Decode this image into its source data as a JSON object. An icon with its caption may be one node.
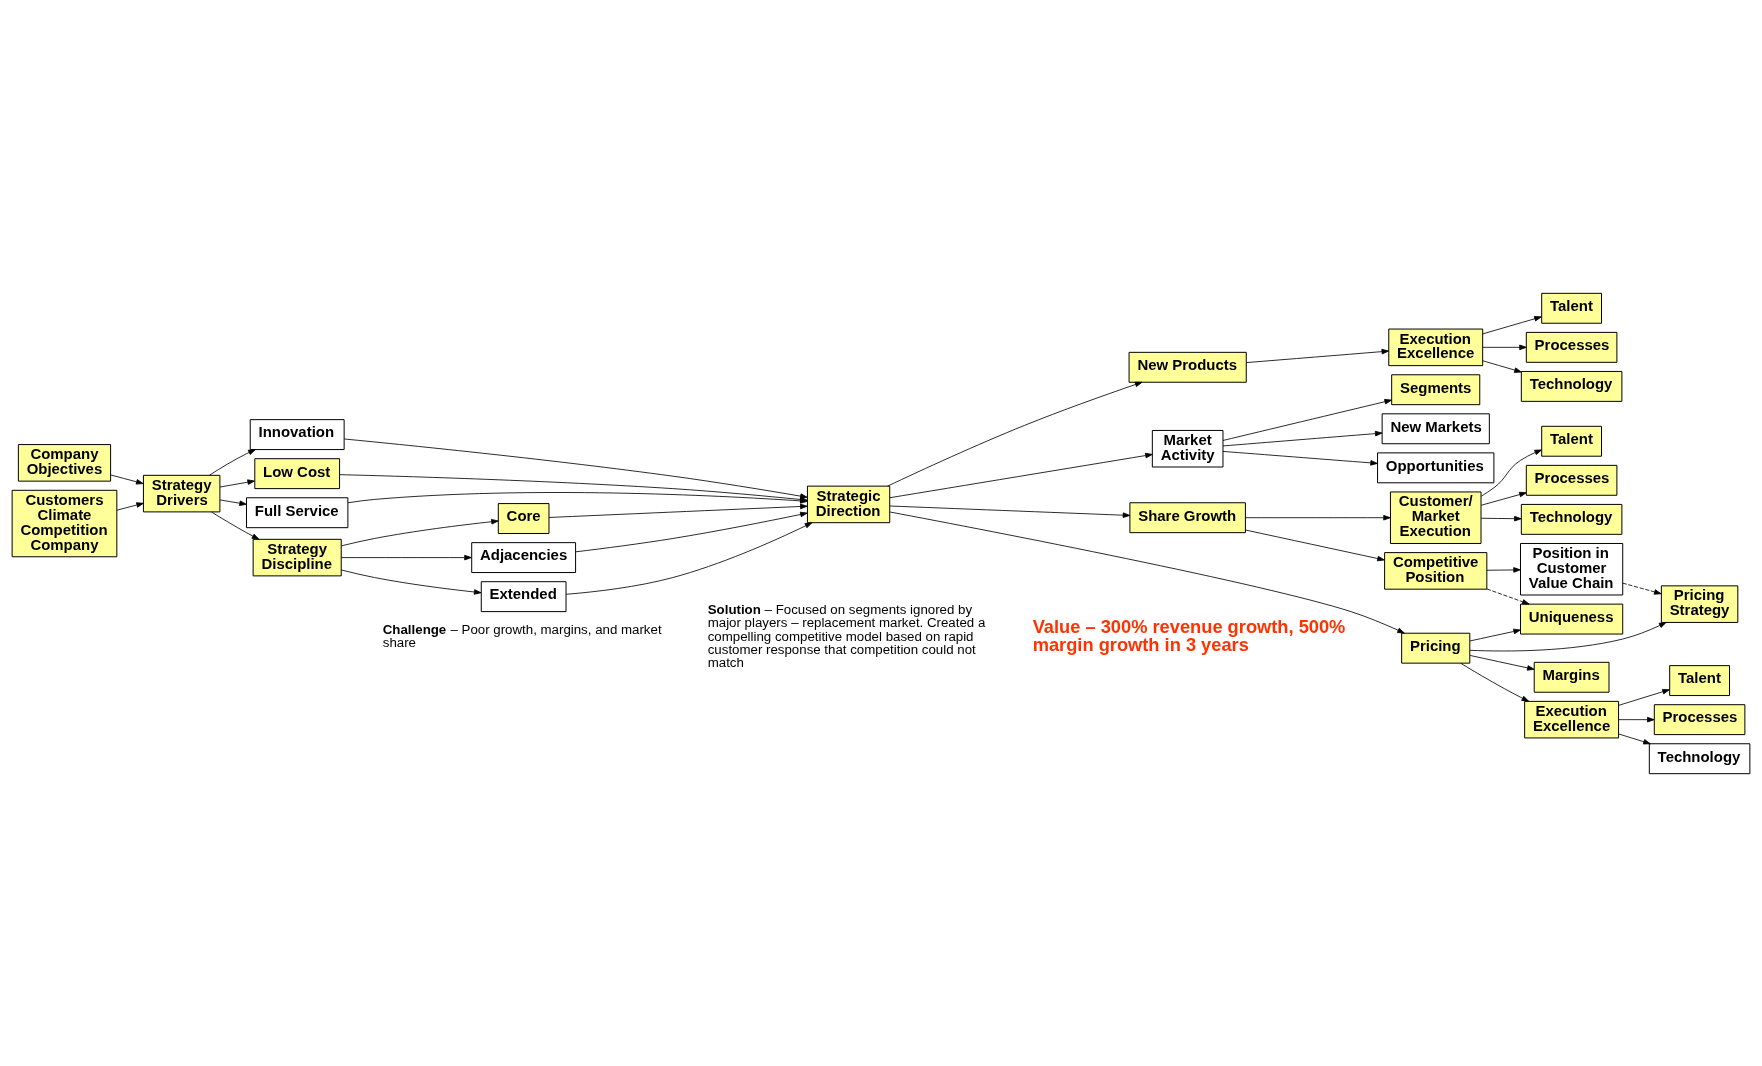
{
  "diagram": {
    "nodes": [
      {
        "text": [
          "Company Objectives"
        ]
      },
      {
        "text": [
          "Customers Climate Competition Company"
        ]
      },
      {
        "text": [
          "Strategy Drivers"
        ]
      },
      {
        "text": [
          "Innovation"
        ]
      },
      {
        "text": [
          "Low Cost"
        ]
      },
      {
        "text": [
          "Full Service"
        ]
      },
      {
        "text": [
          "Strategic Direction"
        ]
      },
      {
        "text": [
          "Strategy Discipline"
        ]
      },
      {
        "text": [
          "Core"
        ]
      },
      {
        "text": [
          "Adjacencies"
        ]
      },
      {
        "text": [
          "Extended"
        ]
      },
      {
        "text": [
          "New Products"
        ]
      },
      {
        "text": [
          "Execution Excellence"
        ]
      },
      {
        "text": [
          "Talent"
        ]
      },
      {
        "text": [
          "Processes"
        ]
      },
      {
        "text": [
          "Technology"
        ]
      },
      {
        "text": [
          "Market Activity"
        ]
      },
      {
        "text": [
          "Segments"
        ]
      },
      {
        "text": [
          "New Markets"
        ]
      },
      {
        "text": [
          "Opportunities"
        ]
      },
      {
        "text": [
          "Share Growth"
        ]
      },
      {
        "text": [
          "Customer/ Market Execution"
        ]
      },
      {
        "text": [
          "Talent"
        ]
      },
      {
        "text": [
          "Processes"
        ]
      },
      {
        "text": [
          "Technology"
        ]
      },
      {
        "text": [
          "Competitive Position"
        ]
      },
      {
        "text": [
          "Position in Customer Value Chain"
        ]
      },
      {
        "text": [
          "Uniqueness"
        ]
      },
      {
        "text": [
          "Pricing"
        ]
      },
      {
        "text": [
          "Pricing Strategy"
        ]
      },
      {
        "text": [
          "Margins"
        ]
      },
      {
        "text": [
          "Execution Excellence"
        ]
      },
      {
        "text": [
          "Talent"
        ]
      },
      {
        "text": [
          "Processes"
        ]
      },
      {
        "text": [
          "Technology"
        ]
      }
    ],
    "edges": [
      {
        "from": 0,
        "to": 2,
        "arrow": "to"
      },
      {
        "from": 1,
        "to": 2,
        "arrow": "to"
      },
      {
        "from": 2,
        "to": 3,
        "arrow": "to"
      },
      {
        "from": 2,
        "to": 4,
        "arrow": "to"
      },
      {
        "from": 2,
        "to": 5,
        "arrow": "to"
      },
      {
        "from": 2,
        "to": 7,
        "arrow": "to"
      },
      {
        "from": 7,
        "to": 8,
        "arrow": "to"
      },
      {
        "from": 7,
        "to": 9,
        "arrow": "to"
      },
      {
        "from": 7,
        "to": 10,
        "arrow": "to"
      },
      {
        "from": 3,
        "to": 6,
        "arrow": "to"
      },
      {
        "from": 4,
        "to": 6,
        "arrow": "to"
      },
      {
        "from": 5,
        "to": 6,
        "arrow": "to"
      },
      {
        "from": 8,
        "to": 6,
        "arrow": "to"
      },
      {
        "from": 9,
        "to": 6,
        "arrow": "to"
      },
      {
        "from": 10,
        "to": 6,
        "arrow": "to"
      },
      {
        "from": 6,
        "to": 11,
        "arrow": "to"
      },
      {
        "from": 6,
        "to": 16,
        "arrow": "to"
      },
      {
        "from": 6,
        "to": 20,
        "arrow": "to"
      },
      {
        "from": 6,
        "to": 28,
        "arrow": "to"
      },
      {
        "from": 11,
        "to": 12,
        "arrow": "to"
      },
      {
        "from": 12,
        "to": 13,
        "arrow": "to"
      },
      {
        "from": 12,
        "to": 14,
        "arrow": "to"
      },
      {
        "from": 12,
        "to": 15,
        "arrow": "to"
      },
      {
        "from": 16,
        "to": 17,
        "arrow": "to"
      },
      {
        "from": 16,
        "to": 18,
        "arrow": "to"
      },
      {
        "from": 16,
        "to": 19,
        "arrow": "to"
      },
      {
        "from": 20,
        "to": 21,
        "arrow": "to"
      },
      {
        "from": 20,
        "to": 25,
        "arrow": "to"
      },
      {
        "from": 21,
        "to": 22,
        "arrow": "to"
      },
      {
        "from": 21,
        "to": 23,
        "arrow": "to"
      },
      {
        "from": 21,
        "to": 24,
        "arrow": "to"
      },
      {
        "from": 25,
        "to": 26,
        "arrow": "to"
      },
      {
        "from": 25,
        "to": 27,
        "arrow": "to",
        "style": "dashed"
      },
      {
        "from": 26,
        "to": 29,
        "arrow": "to",
        "style": "dashed"
      },
      {
        "from": 28,
        "to": 27,
        "arrow": "to"
      },
      {
        "from": 28,
        "to": 29,
        "arrow": "to"
      },
      {
        "from": 28,
        "to": 30,
        "arrow": "to"
      },
      {
        "from": 28,
        "to": 31,
        "arrow": "to"
      },
      {
        "from": 31,
        "to": 32,
        "arrow": "to"
      },
      {
        "from": 31,
        "to": 33,
        "arrow": "to"
      },
      {
        "from": 31,
        "to": 34,
        "arrow": "to"
      }
    ],
    "labels": [
      "**Challenge** – Poor growth, margins, and market share",
      "**Solution** – Focused on segments ignored by major players – replacement market. Created a compelling competitive model based on rapid customer response that competition could not match",
      "Value – 300% revenue growth, 500% margin growth in 3 years"
    ]
  }
}
